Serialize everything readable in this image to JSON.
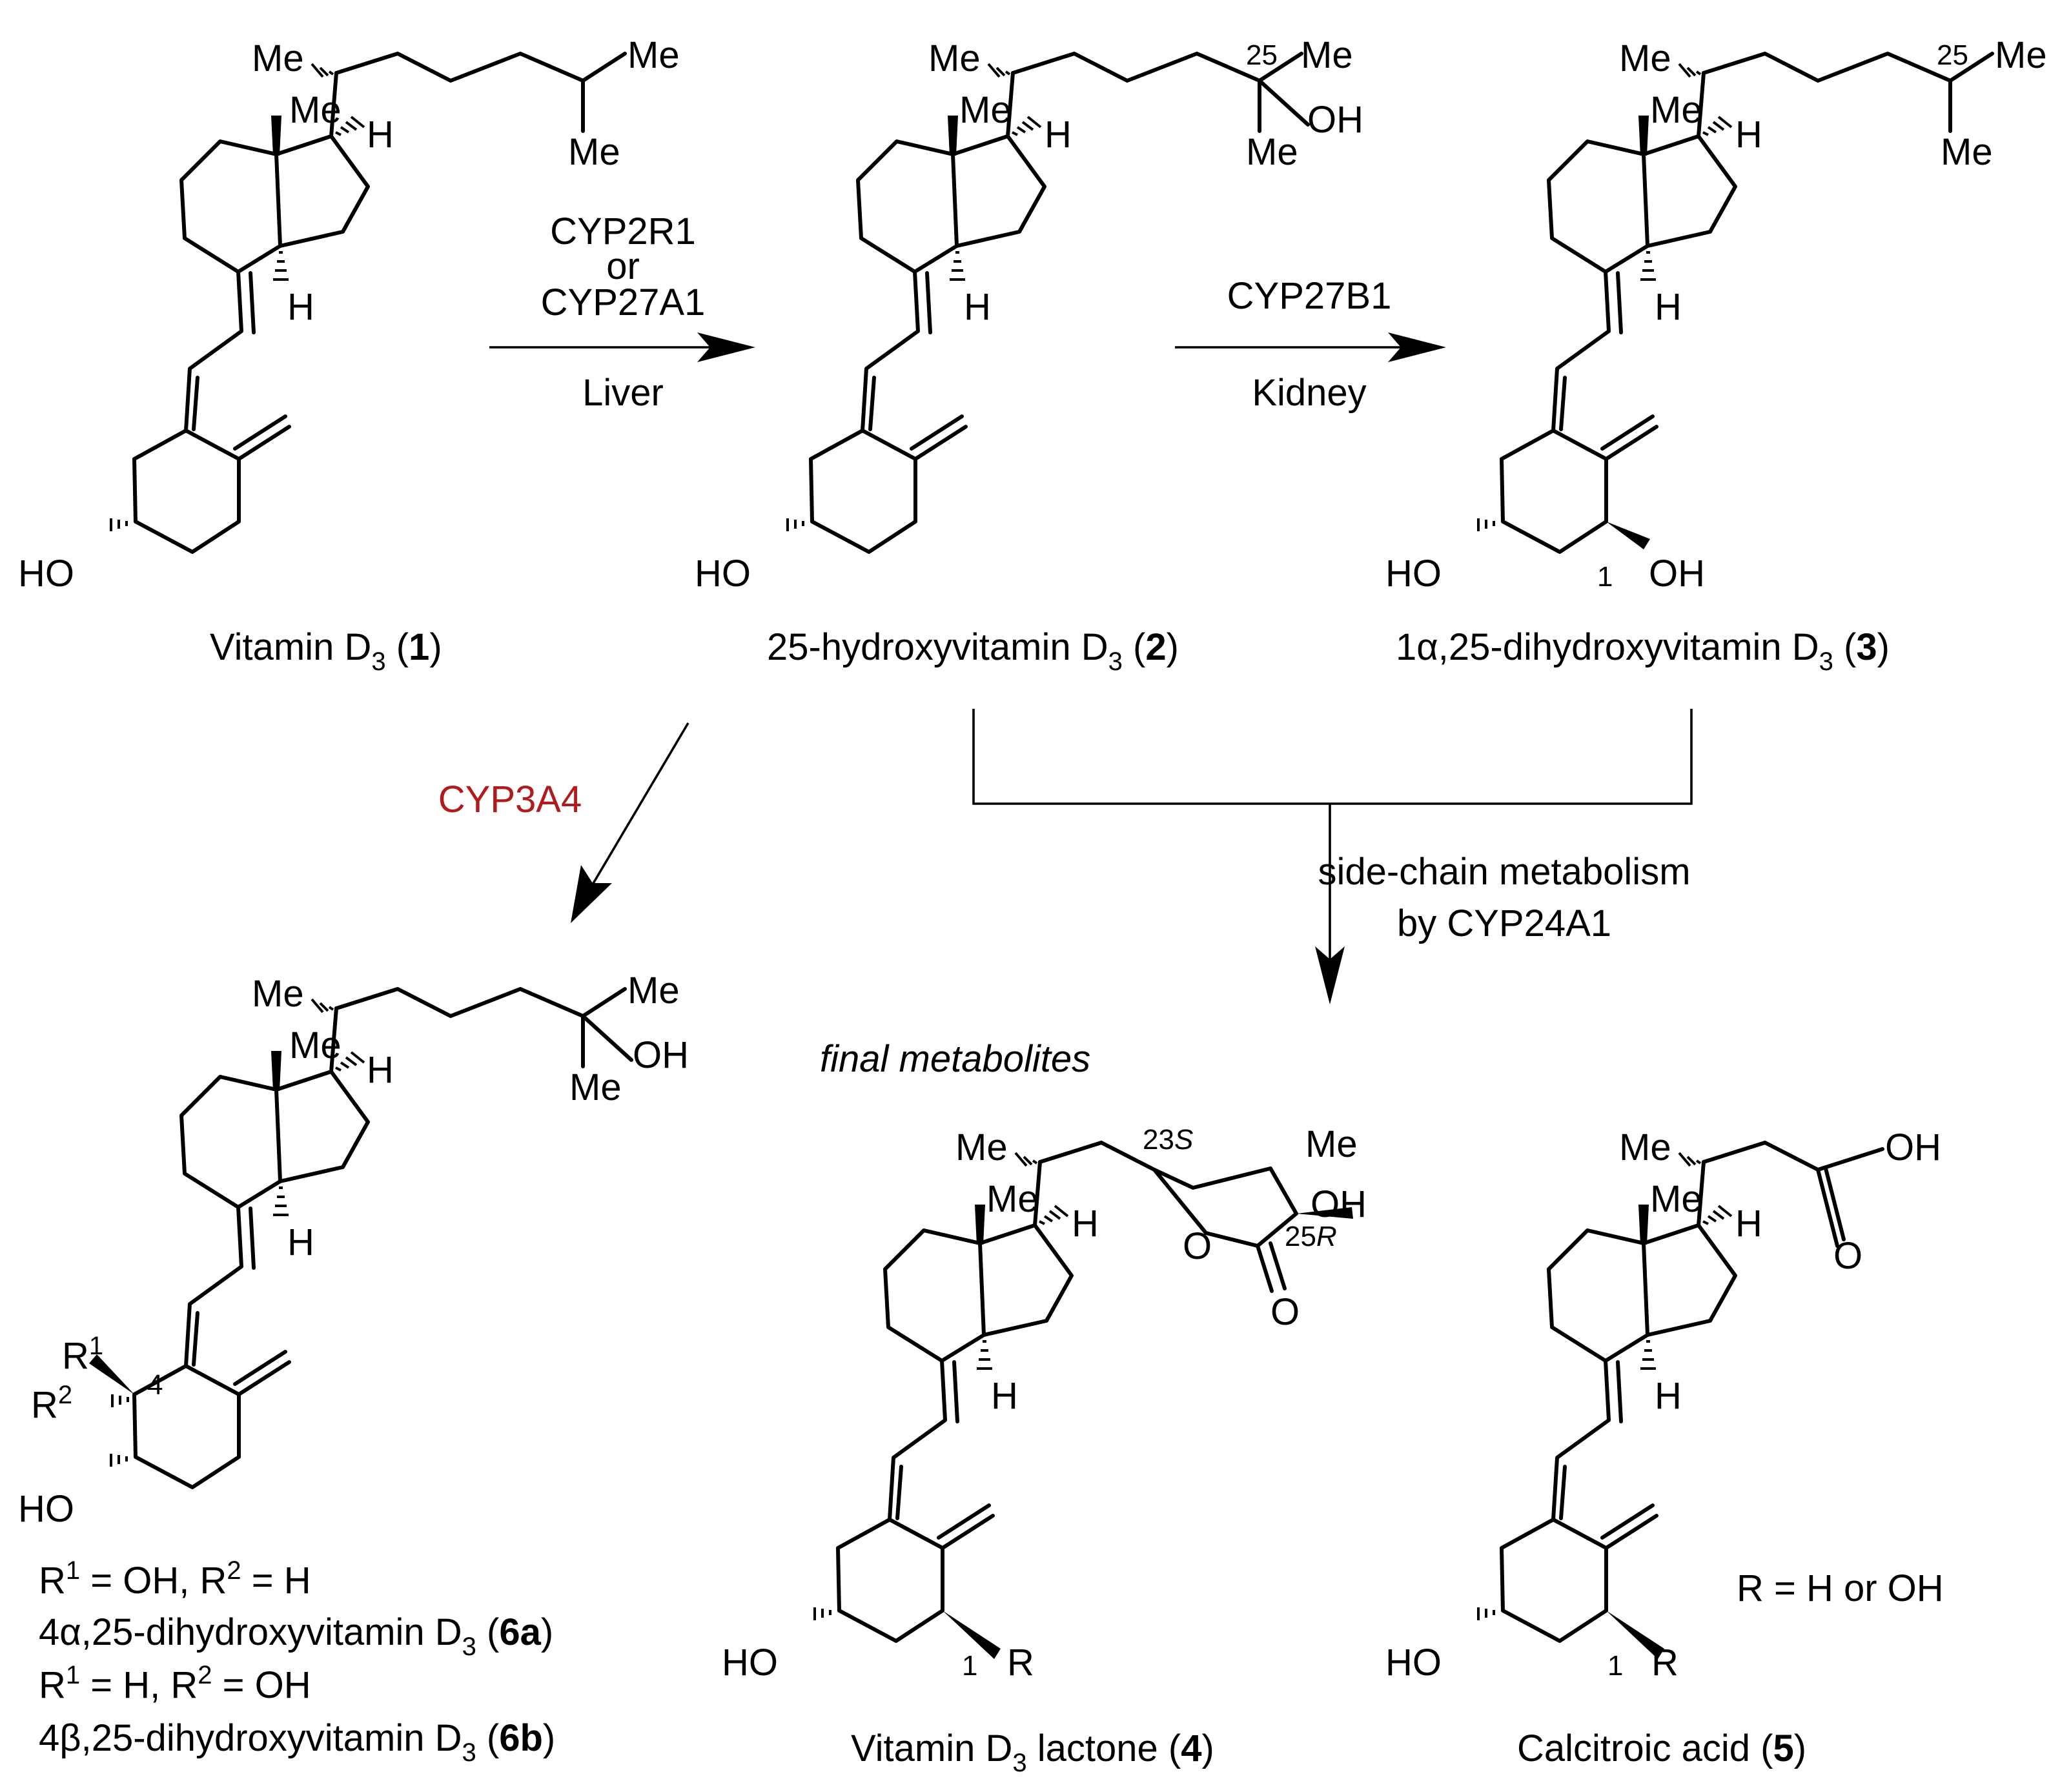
{
  "atoms": {
    "me": "Me",
    "h": "H",
    "ho": "HO",
    "oh": "OH",
    "o": "O",
    "r": "R",
    "r_letter": "R",
    "one": "1",
    "two": "2",
    "four": "4",
    "loc25": "25",
    "loc1": "1",
    "loc4": "4",
    "loc23": "23",
    "stereo_s": "S",
    "stereo_r": "R"
  },
  "reactions": {
    "step1_enzyme_a": "CYP2R1",
    "step1_or": "or",
    "step1_enzyme_b": "CYP27A1",
    "step1_organ": "Liver",
    "step2_enzyme": "CYP27B1",
    "step2_organ": "Kidney",
    "step3_enzyme": "CYP3A4",
    "step4_line1": "side-chain metabolism",
    "step4_line2": "by CYP24A1"
  },
  "colors": {
    "step3_enzyme": "#b01c1c",
    "ink": "#000000"
  },
  "compounds": {
    "c1": {
      "name": "Vitamin D",
      "sub": "3",
      "open": " (",
      "num": "1",
      "close": ")"
    },
    "c2": {
      "name": "25-hydroxyvitamin D",
      "sub": "3",
      "open": " (",
      "num": "2",
      "close": ")"
    },
    "c3": {
      "name": "1α,25-dihydroxyvitamin D",
      "sub": "3",
      "open": " (",
      "num": "3",
      "close": ")"
    },
    "c4": {
      "name": "Vitamin D",
      "sub": "3",
      "rest": " lactone (",
      "num": "4",
      "close": ")"
    },
    "c5": {
      "name": "Calcitroic acid (",
      "num": "5",
      "close": ")"
    },
    "c6a": {
      "name": "4α,25-dihydroxyvitamin D",
      "sub": "3",
      "open": " (",
      "num": "6a",
      "close": ")"
    },
    "c6b": {
      "name": "4β,25-dihydroxyvitamin D",
      "sub": "3",
      "open": " (",
      "num": "6b",
      "close": ")"
    }
  },
  "substituents": {
    "line1": {
      "r": "R",
      "s1": "1",
      "eq1": " = OH, ",
      "r2": "R",
      "s2": "2",
      "eq2": " = H"
    },
    "line2": {
      "r": "R",
      "s1": "1",
      "eq1": " = H, ",
      "r2": "R",
      "s2": "2",
      "eq2": " = OH"
    },
    "r_def": "R = H or OH"
  },
  "section_label": "final metabolites"
}
